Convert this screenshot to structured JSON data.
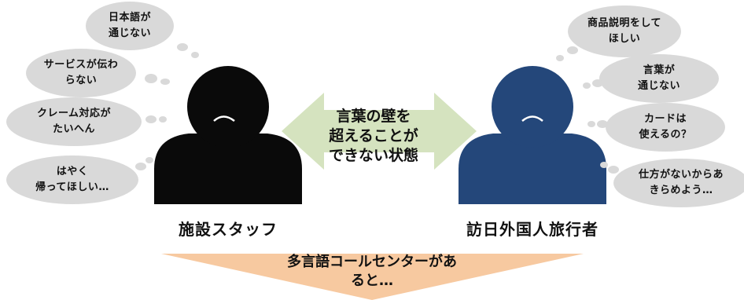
{
  "colors": {
    "bubble": "#d9d9d9",
    "staff": "#0a0a0a",
    "traveler": "#24477a",
    "arrow": "#d5e3bf",
    "banner": "#f7c9a0"
  },
  "center_arrow": {
    "text": "言葉の壁を\n超えることが\nできない状態"
  },
  "staff": {
    "label": "施設スタッフ",
    "thoughts": [
      "日本語が\n通じない",
      "サービスが伝わ\nらない",
      "クレーム対応が\nたいへん",
      "はやく\n帰ってほしい…"
    ]
  },
  "traveler": {
    "label": "訪日外国人旅行者",
    "thoughts": [
      "商品説明をして\nほしい",
      "言葉が\n通じない",
      "カードは\n使えるの？",
      "仕方がないからあ\nきらめよう…"
    ]
  },
  "banner": {
    "text": "多言語コールセンターがあ\nると…"
  }
}
